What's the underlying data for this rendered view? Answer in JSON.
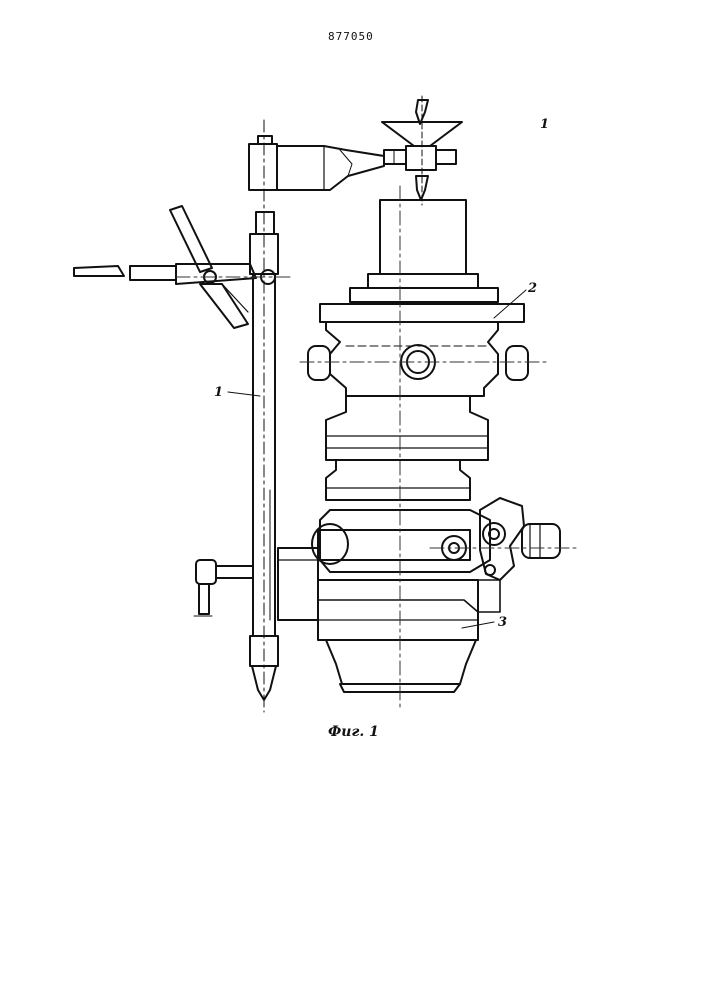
{
  "document": {
    "patent_number": "877050",
    "figure_caption": "Фиг. 1",
    "callouts": {
      "part_1": "1",
      "part_2": "2",
      "part_3": "3",
      "view_1": "1"
    }
  },
  "colors": {
    "ink": "#111111",
    "paper": "#ffffff",
    "centerline": "#333333"
  }
}
